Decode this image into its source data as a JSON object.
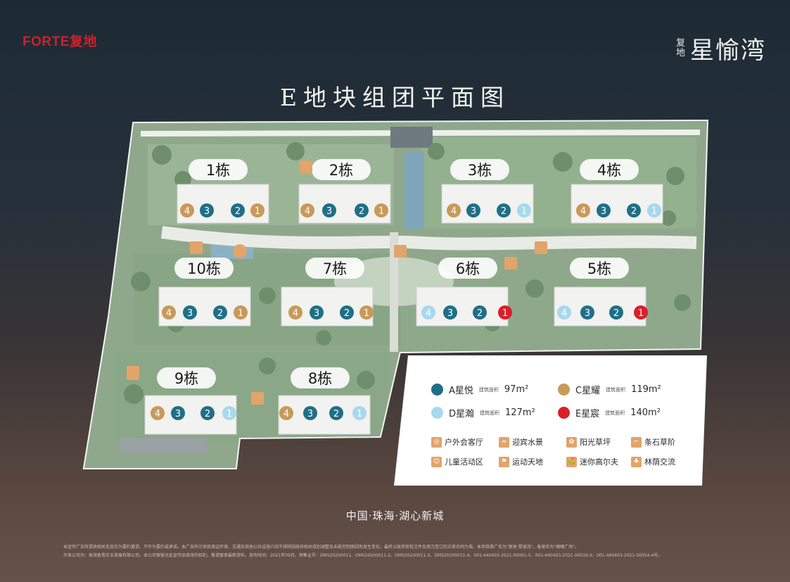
{
  "header": {
    "brand_left": "FORTE复地",
    "brand_right_small": "复地",
    "brand_right_big": "星愉湾",
    "title": "E地块组团平面图"
  },
  "colors": {
    "A": "#1f6f86",
    "C": "#c8995a",
    "D": "#a8d8ee",
    "E": "#d91f2a",
    "amenity": "#e2a46a",
    "label_bg": "#ffffff"
  },
  "buildings": [
    {
      "label": "1栋",
      "units": [
        "4",
        "3",
        "2",
        "1"
      ],
      "types": [
        "C",
        "A",
        "A",
        "C"
      ]
    },
    {
      "label": "2栋",
      "units": [
        "4",
        "3",
        "2",
        "1"
      ],
      "types": [
        "C",
        "A",
        "A",
        "C"
      ]
    },
    {
      "label": "3栋",
      "units": [
        "4",
        "3",
        "2",
        "1"
      ],
      "types": [
        "C",
        "A",
        "A",
        "D"
      ]
    },
    {
      "label": "4栋",
      "units": [
        "4",
        "3",
        "2",
        "1"
      ],
      "types": [
        "C",
        "A",
        "A",
        "D"
      ]
    },
    {
      "label": "10栋",
      "units": [
        "4",
        "3",
        "2",
        "1"
      ],
      "types": [
        "C",
        "A",
        "A",
        "C"
      ]
    },
    {
      "label": "7栋",
      "units": [
        "4",
        "3",
        "2",
        "1"
      ],
      "types": [
        "C",
        "A",
        "A",
        "C"
      ]
    },
    {
      "label": "6栋",
      "units": [
        "4",
        "3",
        "2",
        "1"
      ],
      "types": [
        "D",
        "A",
        "A",
        "E"
      ]
    },
    {
      "label": "5栋",
      "units": [
        "4",
        "3",
        "2",
        "1"
      ],
      "types": [
        "D",
        "A",
        "A",
        "E"
      ]
    },
    {
      "label": "9栋",
      "units": [
        "4",
        "3",
        "2",
        "1"
      ],
      "types": [
        "C",
        "A",
        "A",
        "D"
      ]
    },
    {
      "label": "8栋",
      "units": [
        "4",
        "3",
        "2",
        "1"
      ],
      "types": [
        "C",
        "A",
        "A",
        "D"
      ]
    }
  ],
  "legend": {
    "unit_types": [
      {
        "key": "A",
        "text": "A星悦",
        "area_label": "建筑面积",
        "area": "97m²"
      },
      {
        "key": "C",
        "text": "C星耀",
        "area_label": "建筑面积",
        "area": "119m²"
      },
      {
        "key": "D",
        "text": "D星瀚",
        "area_label": "建筑面积",
        "area": "127m²"
      },
      {
        "key": "E",
        "text": "E星宸",
        "area_label": "建筑面积",
        "area": "140m²"
      }
    ],
    "amenities": [
      {
        "icon": "outdoor-lounge-icon",
        "label": "户外会客厅"
      },
      {
        "icon": "fountain-icon",
        "label": "迎宾水景"
      },
      {
        "icon": "lawn-icon",
        "label": "阳光草坪"
      },
      {
        "icon": "stone-steps-icon",
        "label": "条石草阶"
      },
      {
        "icon": "kids-icon",
        "label": "儿童活动区"
      },
      {
        "icon": "sports-icon",
        "label": "运动天地"
      },
      {
        "icon": "mini-golf-icon",
        "label": "迷你高尔夫"
      },
      {
        "icon": "forest-icon",
        "label": "林荫交流"
      }
    ]
  },
  "footer": {
    "location": "中国·珠海·湖心新城",
    "disclaimer_line1": "本宣传广告所提供相关信息仅为要约邀请，不作为要约或承诺。本广告所示项目周边环境、交通及其他公共设施介绍不排除因政府相关规划调整及未能控制原因而发生变化，最终以政府审批文件及双方签订的买卖合同为准。本项目推广名为\"复地·星愉湾\"，备案名为\"峰曦广场\"。",
    "disclaimer_line2": "开发公司为：珠海复粤实业发展有限公司。本公司保留对此宣传品修改的权利，敬请留意最新资料。发布时间：2021年09月。预售证号：DMS20200011、DMS20200011-2、DMS20200011-3、DMS20200011-4、001-440403-2021-00001-5、001-440403-2021-00019-X、001-440403-2021-00054-4号。"
  }
}
